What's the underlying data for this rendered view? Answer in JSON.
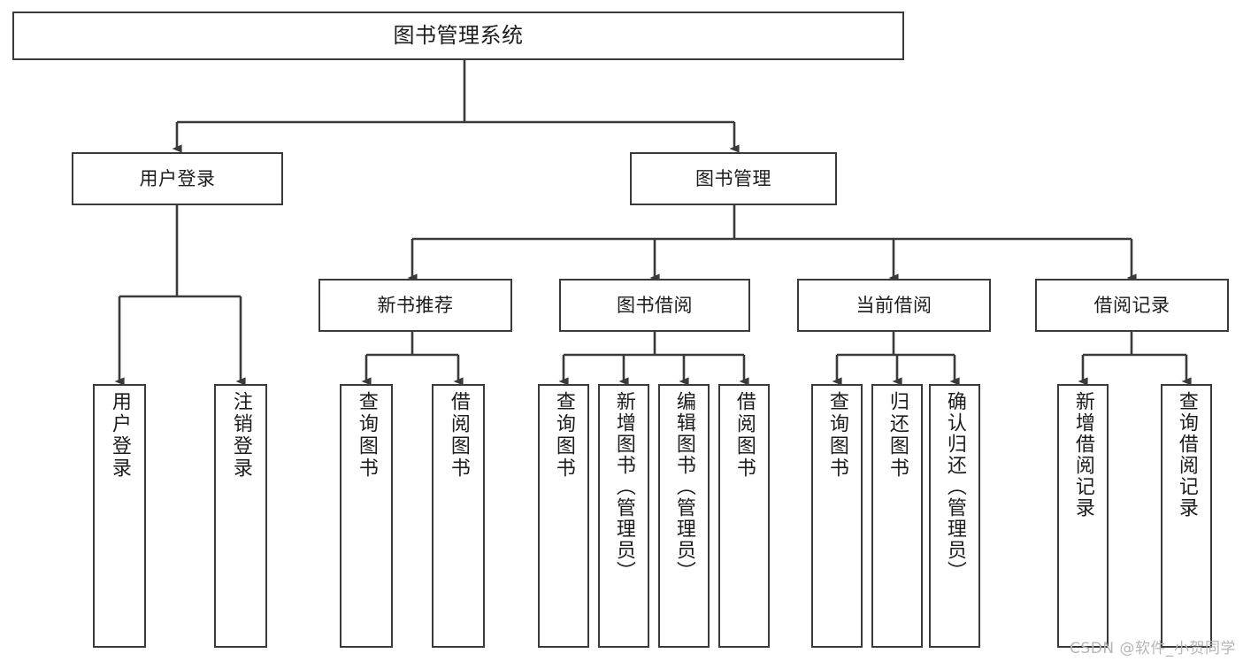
{
  "diagram": {
    "title": "图书管理系统",
    "watermark": "CSDN @软件_小贺同学",
    "colors": {
      "border": "#3a3a3a",
      "fill": "#ffffff",
      "edge": "#3a3a3a",
      "text": "#1c1c1c",
      "watermark": "#b6b6b6"
    },
    "root": {
      "label": "图书管理系统"
    },
    "level1": [
      {
        "label": "用户登录"
      },
      {
        "label": "图书管理"
      }
    ],
    "level2": [
      {
        "label": "新书推荐"
      },
      {
        "label": "图书借阅"
      },
      {
        "label": "当前借阅"
      },
      {
        "label": "借阅记录"
      }
    ],
    "leaves": {
      "user_login": [
        {
          "label": "用户登录"
        },
        {
          "label": "注销登录"
        }
      ],
      "new_book": [
        {
          "label": "查询图书"
        },
        {
          "label": "借阅图书"
        }
      ],
      "book_borrow": [
        {
          "label": "查询图书"
        },
        {
          "label": "新增图书（管理员）"
        },
        {
          "label": "编辑图书（管理员）"
        },
        {
          "label": "借阅图书"
        }
      ],
      "current_borrow": [
        {
          "label": "查询图书"
        },
        {
          "label": "归还图书"
        },
        {
          "label": "确认归还（管理员）"
        }
      ],
      "borrow_record": [
        {
          "label": "新增借阅记录"
        },
        {
          "label": "查询借阅记录"
        }
      ]
    }
  }
}
